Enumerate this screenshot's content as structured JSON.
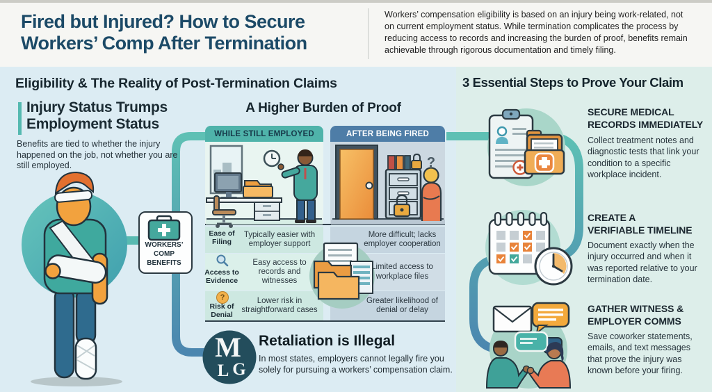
{
  "header": {
    "title_line1": "Fired but Injured? How to Secure",
    "title_line2": "Workers’ Comp After Termination",
    "intro": "Workers’ compensation eligibility is based on an injury being work-related, not on current employment status. While termination complicates the process by reducing access to records and increasing the burden of proof, benefits remain achievable through rigorous documentation and timely filing."
  },
  "eligibility": {
    "heading": "Eligibility & The Reality of Post-Termination Claims",
    "injury_title_line1": "Injury Status Trumps",
    "injury_title_line2": "Employment Status",
    "injury_body": "Benefits are tied to whether the injury happened on the job, not whether you are still employed.",
    "benefits_line1": "WORKERS’",
    "benefits_line2": "COMP",
    "benefits_line3": "BENEFITS"
  },
  "burden": {
    "heading": "A Higher Burden of Proof",
    "col_employed": "WHILE STILL EMPLOYED",
    "col_fired": "AFTER BEING FIRED",
    "rows": [
      {
        "label": "Ease of Filing",
        "employed": "Typically easier with employer support",
        "fired": "More difficult; lacks employer cooperation"
      },
      {
        "label": "Access to Evidence",
        "employed": "Easy access to records and witnesses",
        "fired": "Limited access to workplace files"
      },
      {
        "label": "Risk of Denial",
        "employed": "Lower risk in straightforward cases",
        "fired": "Greater likelihood of denial or delay"
      }
    ],
    "question_glyph": "?"
  },
  "retaliation": {
    "logo_m": "M",
    "logo_l": "L",
    "logo_g": "G",
    "title": "Retaliation is Illegal",
    "body": "In most states, employers cannot legally fire you solely for pursuing a workers’ compensation claim."
  },
  "steps_section": {
    "heading": "3 Essential Steps to Prove Your Claim",
    "steps": [
      {
        "title_line1": "SECURE MEDICAL",
        "title_line2": "RECORDS IMMEDIATELY",
        "body": "Collect treatment notes and diagnostic tests that link your condition to a specific workplace incident."
      },
      {
        "title_line1": "CREATE A",
        "title_line2": "VERIFIABLE TIMELINE",
        "body": "Document exactly when the injury occurred and when it was reported relative to your termination date."
      },
      {
        "title_line1": "GATHER WITNESS &",
        "title_line2": "EMPLOYER COMMS",
        "body": "Save coworker statements, emails, and text messages that prove the injury was known before your firing."
      }
    ]
  },
  "scene": {
    "question_glyph": "?"
  },
  "colors": {
    "accent_teal": "#52b5ad",
    "navy_title": "#1c4a67",
    "left_bg": "#dcecf3",
    "right_bg": "#ddeeea",
    "fired_header": "#4e7da7",
    "employed_header": "#4fb3aa",
    "connector_blue": "#4b86af"
  }
}
